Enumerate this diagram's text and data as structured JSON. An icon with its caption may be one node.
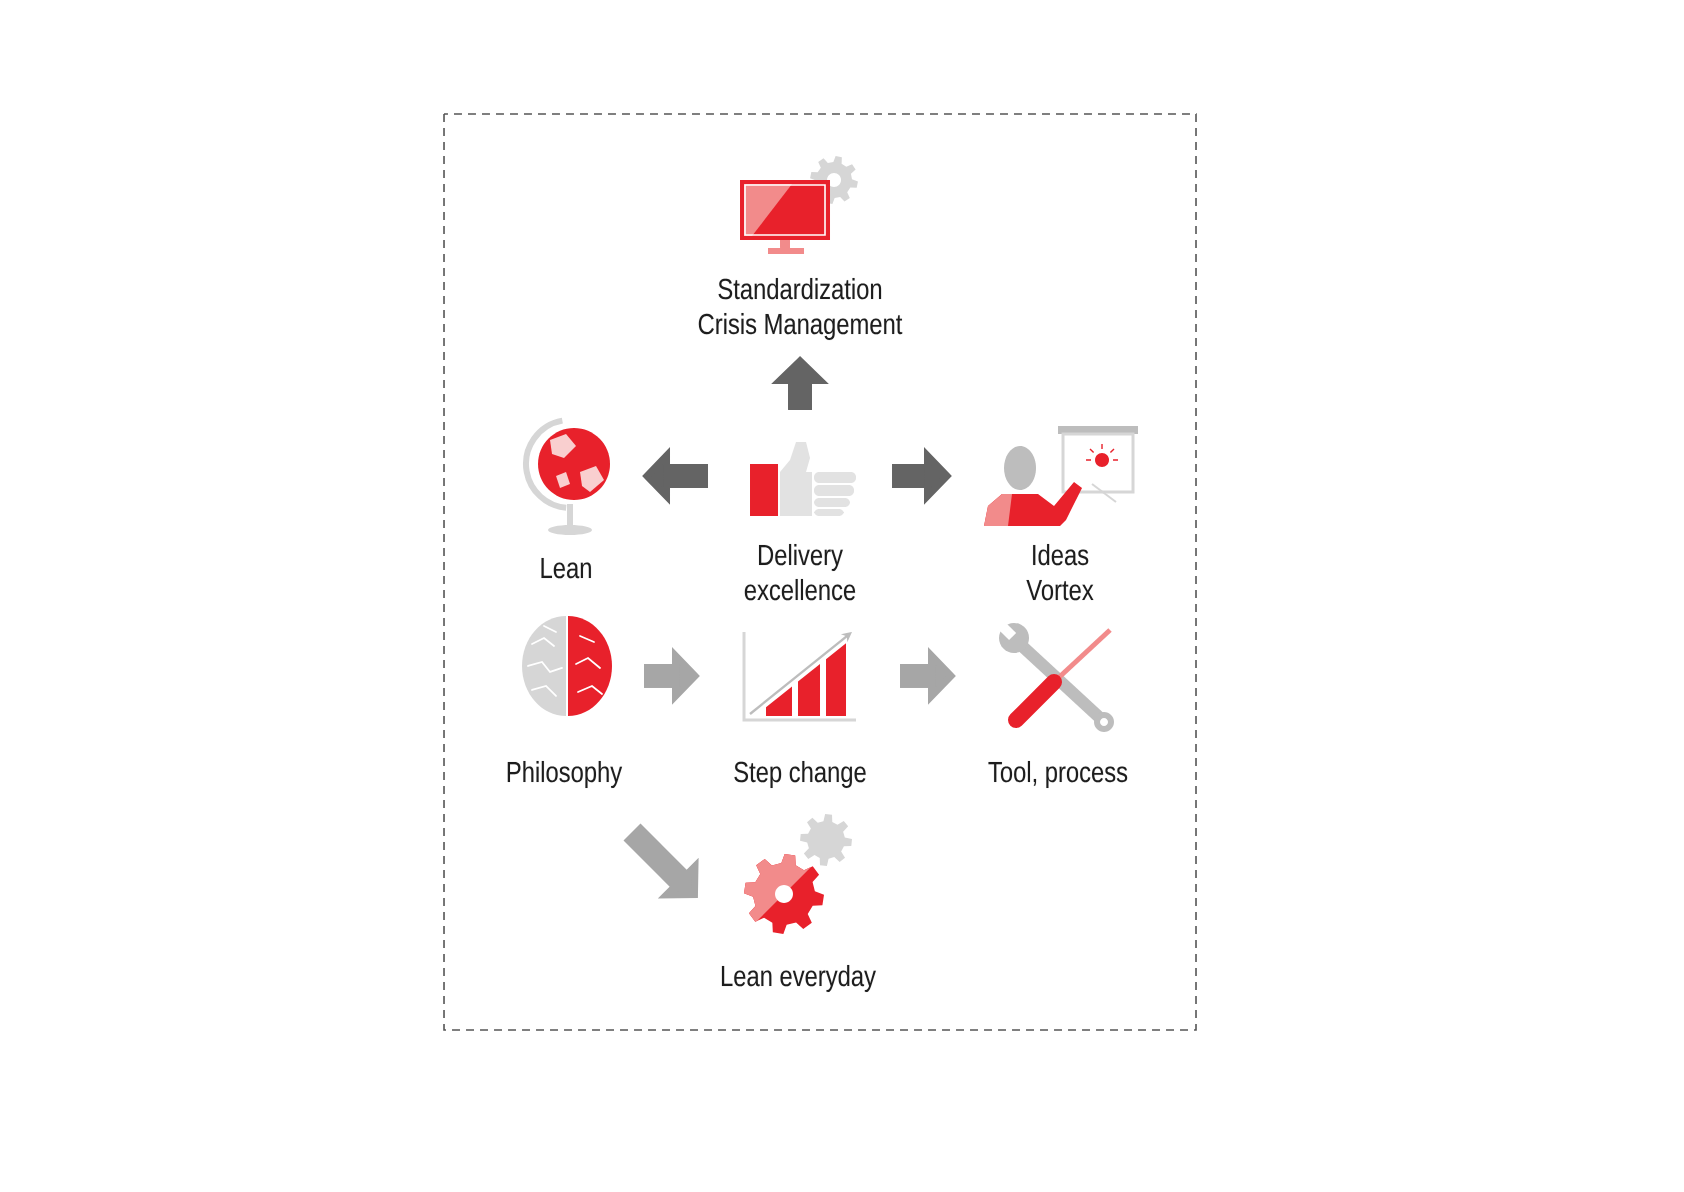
{
  "diagram": {
    "nodes": [
      {
        "text": [
          "Standardization Crisis Management"
        ]
      },
      {
        "text": [
          "Lean"
        ]
      },
      {
        "text": [
          "Delivery excellence"
        ]
      },
      {
        "text": [
          "Ideas Vortex"
        ]
      },
      {
        "text": [
          "Philosophy"
        ]
      },
      {
        "text": [
          "Step change"
        ]
      },
      {
        "text": [
          "Tool, process"
        ]
      },
      {
        "text": [
          "Lean everyday"
        ]
      }
    ],
    "edges": [
      {
        "from": 2,
        "to": 0,
        "arrow": "to",
        "color": "#646464"
      },
      {
        "from": 2,
        "to": 1,
        "arrow": "to",
        "color": "#646464"
      },
      {
        "from": 2,
        "to": 3,
        "arrow": "to",
        "color": "#646464"
      },
      {
        "from": 4,
        "to": 5,
        "arrow": "to",
        "color": "#a6a6a6"
      },
      {
        "from": 5,
        "to": 6,
        "arrow": "to",
        "color": "#a6a6a6"
      },
      {
        "from": 4,
        "to": 7,
        "arrow": "to",
        "color": "#a6a6a6"
      }
    ]
  }
}
